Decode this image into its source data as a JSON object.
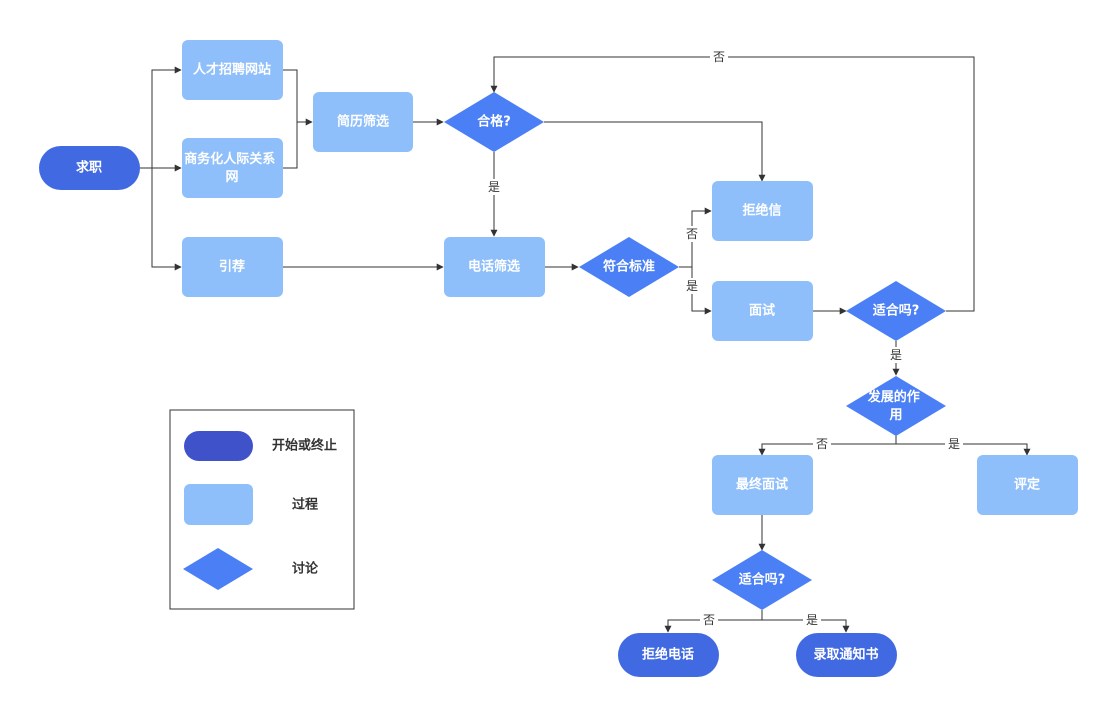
{
  "colors": {
    "terminal": "#4169e1",
    "process": "#8fbffa",
    "decision": "#4a7ff5",
    "legend_terminal": "#3f52c9",
    "edge": "#333333",
    "label_text": "#333333"
  },
  "nodes": {
    "job_search": "求职",
    "talent_site": "人才招聘网站",
    "business_network": "商务化人际关系网",
    "referral": "引荐",
    "resume_screen": "简历筛选",
    "qualified": "合格?",
    "phone_screen": "电话筛选",
    "meets_standard": "符合标准",
    "rejection_letter": "拒绝信",
    "interview": "面试",
    "suitable_1": "适合吗?",
    "role_dev": "发展的作用",
    "final_interview": "最终面试",
    "evaluate": "评定",
    "suitable_2": "适合吗?",
    "reject_call": "拒绝电话",
    "offer_letter": "录取通知书"
  },
  "edge_labels": {
    "no_top": "否",
    "yes_qualified": "是",
    "no_standard": "否",
    "yes_standard": "是",
    "yes_suitable_1": "是",
    "no_role": "否",
    "yes_role": "是",
    "no_suitable_2": "否",
    "yes_suitable_2": "是"
  },
  "legend": {
    "terminal": "开始或终止",
    "process": "过程",
    "decision": "讨论"
  }
}
